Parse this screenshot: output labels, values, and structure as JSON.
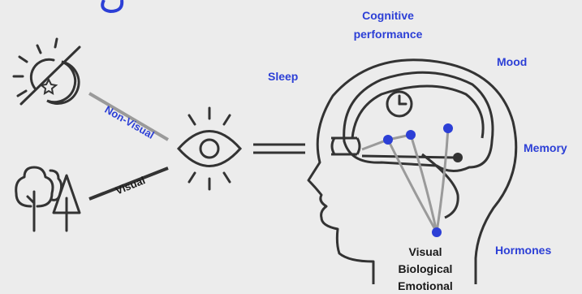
{
  "colors": {
    "accent_blue": "#2c3fd6",
    "stroke_dark": "#333333",
    "stroke_gray": "#9a9a9a",
    "background": "#ececec"
  },
  "icons": [
    "sun-moon-crossed-icon",
    "trees-icon",
    "eye-icon",
    "clock-icon",
    "head-profile-icon",
    "brain-icon"
  ],
  "labels": {
    "cognitive": "Cognitive performance",
    "sleep": "Sleep",
    "mood": "Mood",
    "memory": "Memory",
    "hormones": "Hormones",
    "non_visual": "Non-Visual",
    "visual_path": "Visual",
    "outcome_visual": "Visual",
    "outcome_biological": "Biological",
    "outcome_emotional": "Emotional"
  }
}
